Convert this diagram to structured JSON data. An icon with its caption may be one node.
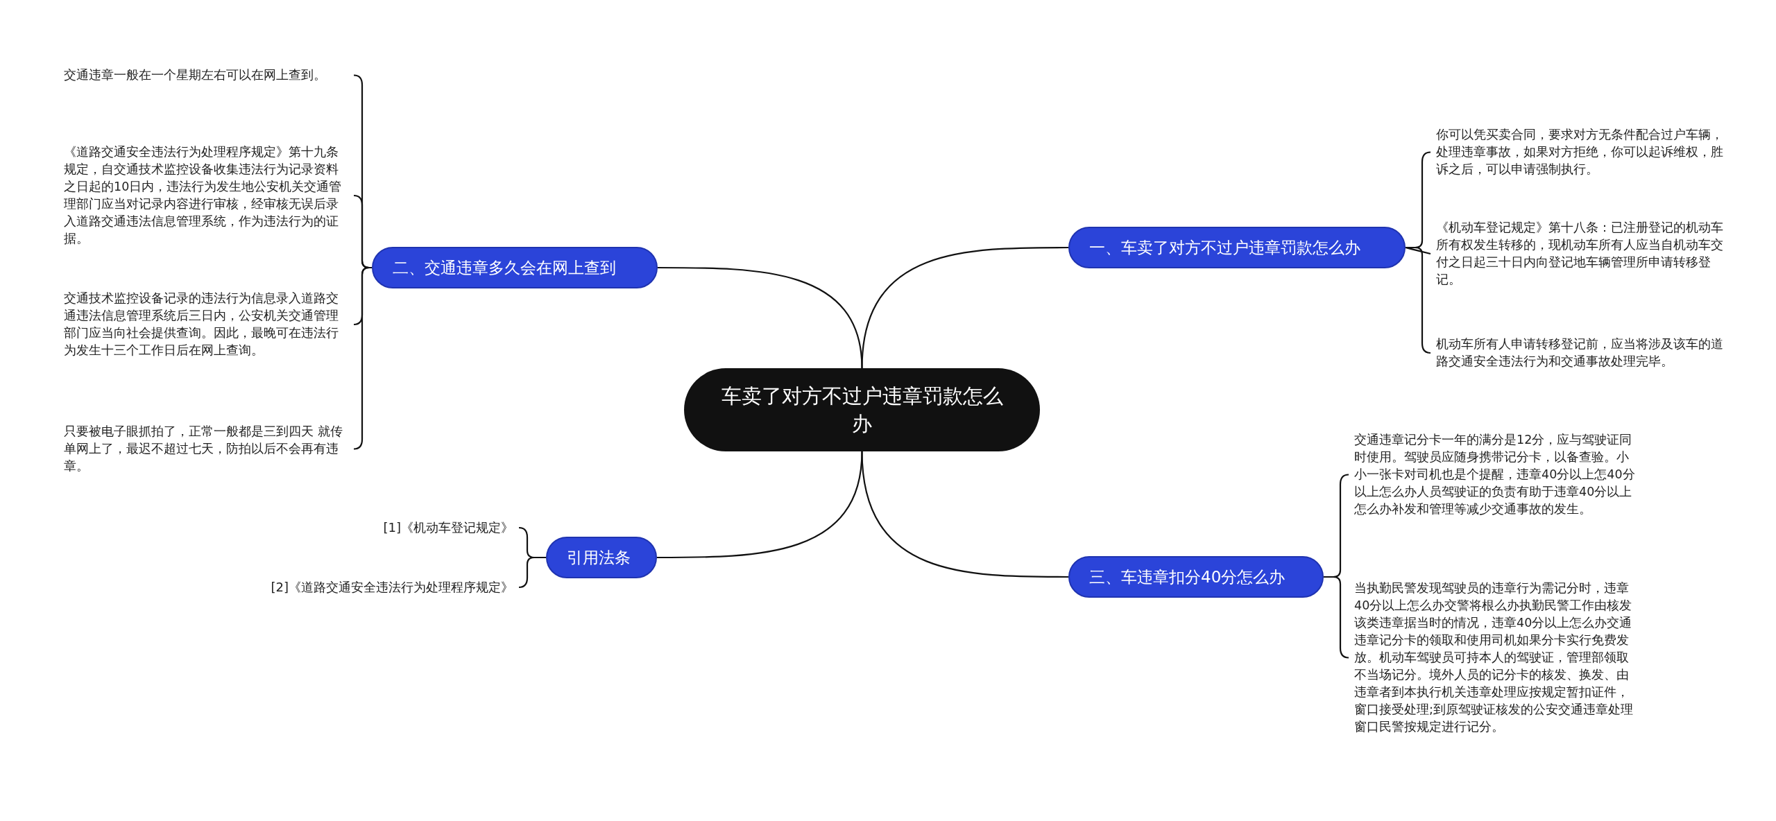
{
  "diagram": {
    "nodes": [
      {
        "text": [
          "车卖了对方不过户违章罚款怎么办"
        ]
      },
      {
        "text": [
          "二、交通违章多久会在网上查到"
        ]
      },
      {
        "text": [
          "交通违章一般在一个星期左右可以在网上查到。"
        ]
      },
      {
        "text": [
          "《道路交通安全违法行为处理程序规定》第十九条规定，自交通技术监控设备收集违法行为记录资料之日起的10日内，违法行为发生地公安机关交通管理部门应当对记录内容进行审核，经审核无误后录入道路交通违法信息管理系统，作为违法行为的证据。"
        ]
      },
      {
        "text": [
          "交通技术监控设备记录的违法行为信息录入道路交通违法信息管理系统后三日内，公安机关交通管理部门应当向社会提供查询。因此，最晚可在违法行为发生十三个工作日后在网上查询。"
        ]
      },
      {
        "text": [
          "只要被电子眼抓拍了，正常一般都是三到四天 就传单网上了，最迟不超过七天，防拍以后不会再有违章。"
        ]
      },
      {
        "text": [
          "引用法条"
        ]
      },
      {
        "text": [
          "[1]《机动车登记规定》"
        ]
      },
      {
        "text": [
          "[2]《道路交通安全违法行为处理程序规定》"
        ]
      },
      {
        "text": [
          "一、车卖了对方不过户违章罚款怎么办"
        ]
      },
      {
        "text": [
          "你可以凭买卖合同，要求对方无条件配合过户车辆，处理违章事故，如果对方拒绝，你可以起诉维权，胜诉之后，可以申请强制执行。"
        ]
      },
      {
        "text": [
          "《机动车登记规定》第十八条：已注册登记的机动车所有权发生转移的，现机动车所有人应当自机动车交付之日起三十日内向登记地车辆管理所申请转移登记。"
        ]
      },
      {
        "text": [
          "机动车所有人申请转移登记前，应当将涉及该车的道路交通安全违法行为和交通事故处理完毕。"
        ]
      },
      {
        "text": [
          "三、车违章扣分40分怎么办"
        ]
      },
      {
        "text": [
          "交通违章记分卡一年的满分是12分，应与驾驶证同时使用。驾驶员应随身携带记分卡，以备查验。小小一张卡对司机也是个提醒，违章40分以上怎40分以上怎么办人员驾驶证的负责有助于违章40分以上怎么办补发和管理等减少交通事故的发生。"
        ]
      },
      {
        "text": [
          "当执勤民警发现驾驶员的违章行为需记分时，违章40分以上怎么办交警将根么办执勤民警工作由核发该类违章据当时的情况，违章40分以上怎么办交通违章记分卡的领取和使用司机如果分卡实行免费发放。机动车驾驶员可持本人的驾驶证，管理部领取不当场记分。境外人员的记分卡的核发、换发、由违章者到本执行机关违章处理应按规定暂扣证件，窗口接受处理;到原驾驶证核发的公安交通违章处理窗口民警按规定进行记分。"
        ]
      }
    ],
    "edges": [
      {
        "from": 0,
        "to": 1,
        "arrow": "none"
      },
      {
        "from": 1,
        "to": 2,
        "arrow": "none"
      },
      {
        "from": 1,
        "to": 3,
        "arrow": "none"
      },
      {
        "from": 1,
        "to": 4,
        "arrow": "none"
      },
      {
        "from": 1,
        "to": 5,
        "arrow": "none"
      },
      {
        "from": 0,
        "to": 6,
        "arrow": "none"
      },
      {
        "from": 6,
        "to": 7,
        "arrow": "none"
      },
      {
        "from": 6,
        "to": 8,
        "arrow": "none"
      },
      {
        "from": 0,
        "to": 9,
        "arrow": "none"
      },
      {
        "from": 9,
        "to": 10,
        "arrow": "none"
      },
      {
        "from": 9,
        "to": 11,
        "arrow": "none"
      },
      {
        "from": 9,
        "to": 12,
        "arrow": "none"
      },
      {
        "from": 0,
        "to": 13,
        "arrow": "none"
      },
      {
        "from": 13,
        "to": 14,
        "arrow": "none"
      },
      {
        "from": 13,
        "to": 15,
        "arrow": "none"
      }
    ]
  }
}
